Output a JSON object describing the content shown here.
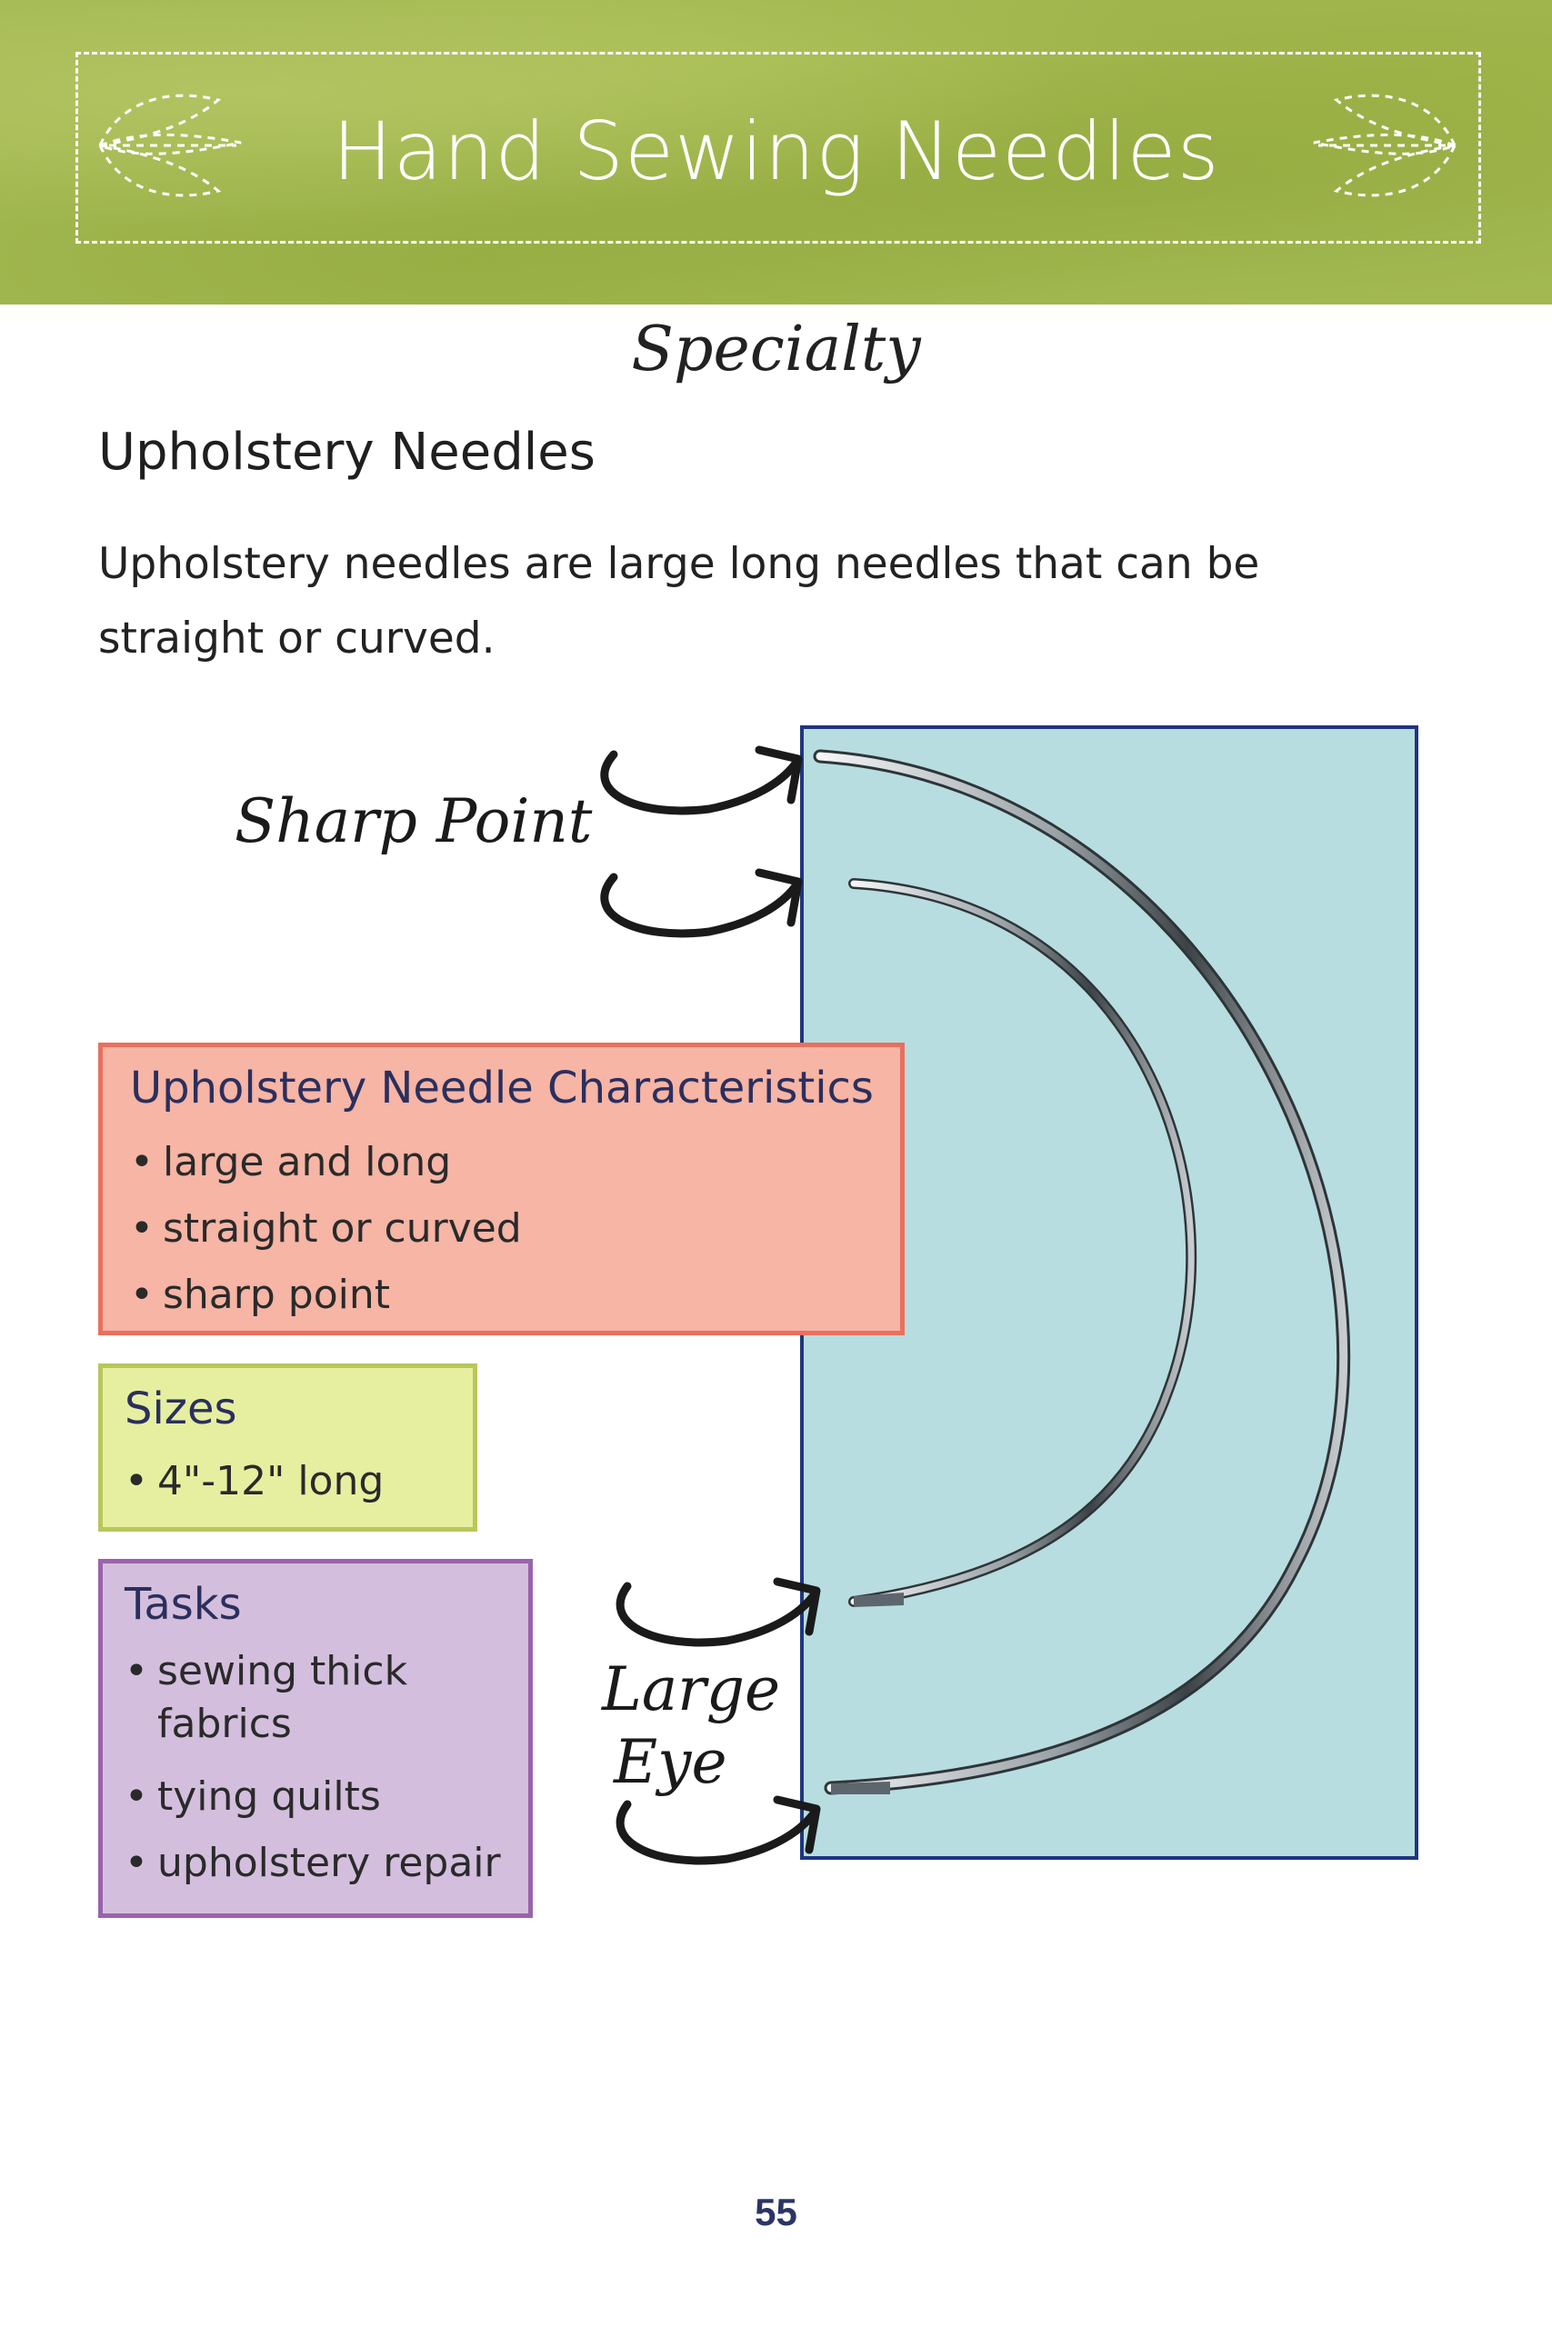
{
  "banner": {
    "title": "Hand Sewing Needles"
  },
  "subtitle": "Specialty",
  "section": {
    "heading": "Upholstery Needles",
    "intro": "Upholstery needles are large long needles that can be straight or curved."
  },
  "labels": {
    "sharp_point": "Sharp Point",
    "large": "Large",
    "eye": "Eye"
  },
  "characteristics": {
    "title": "Upholstery Needle Characteristics",
    "items": [
      "large and long",
      "straight or curved",
      "sharp point"
    ]
  },
  "sizes": {
    "title": "Sizes",
    "items": [
      "4\"-12\" long"
    ]
  },
  "tasks": {
    "title": "Tasks",
    "items": [
      "sewing thick fabrics",
      "tying quilts",
      "upholstery repair"
    ]
  },
  "colors": {
    "banner_green": "#a3b851",
    "photo_background": "#b7dde0",
    "photo_border": "#1f3580",
    "characteristics_fill": "#f6b5a5",
    "sizes_fill": "#e6efa0",
    "tasks_fill": "#d3bfdd"
  },
  "page": {
    "number": "55"
  }
}
